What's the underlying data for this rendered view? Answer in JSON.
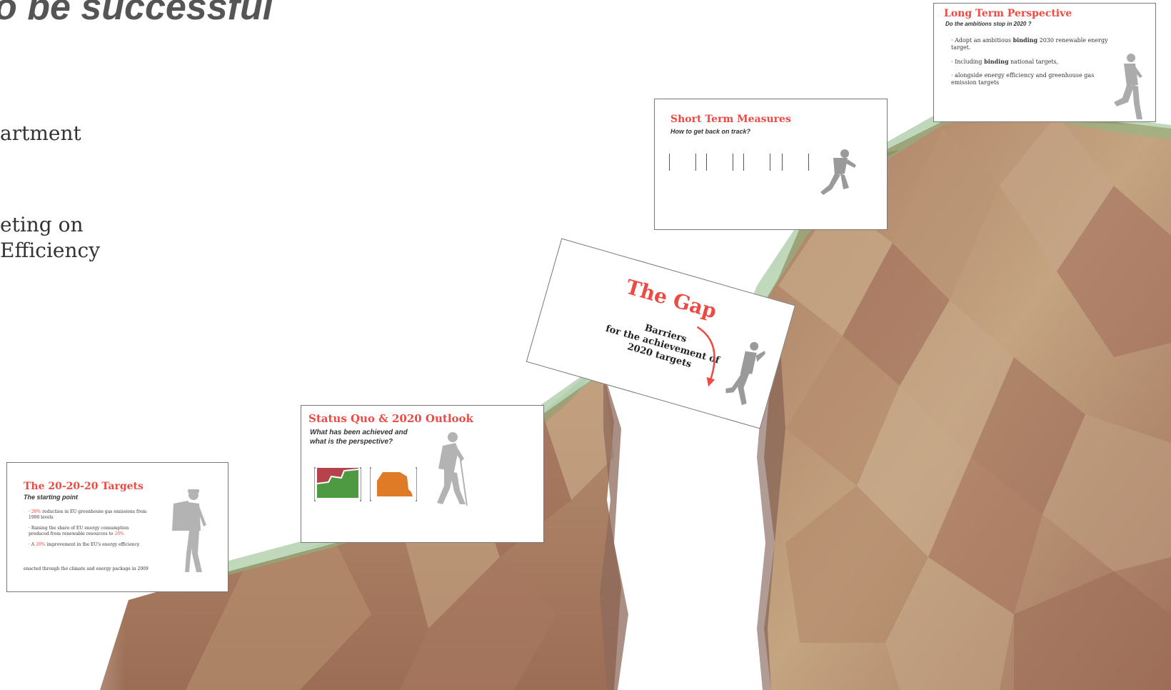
{
  "header": {
    "title_fragment": "o be successful",
    "left_line_1": "artment",
    "left_line_2": "eting on",
    "left_line_3": "Efficiency"
  },
  "slide_targets": {
    "title": "The 20-20-20 Targets",
    "subtitle": "The starting point",
    "b1_pct": "20%",
    "b1_rest": " reduction in EU greenhouse gas emissions from 1990 levels",
    "b2_text": "Raising the share of EU energy consumption produced from renewable resources to ",
    "b2_pct": "20%",
    "b3_pre": "A ",
    "b3_pct": "20%",
    "b3_rest": " improvement in the EU's energy efficiency",
    "footer": "enacted through the climate and energy package in 2009"
  },
  "slide_status": {
    "title": "Status Quo & 2020 Outlook",
    "subtitle_1": "What has been achieved and",
    "subtitle_2": "what is the perspective?"
  },
  "slide_gap": {
    "title": "The Gap",
    "line_1": "Barriers",
    "line_2": "for the achievement of",
    "line_3": "2020 targets"
  },
  "slide_short": {
    "title": "Short Term Measures",
    "subtitle": "How to get back on track?"
  },
  "slide_long": {
    "title": "Long Term Perspective",
    "subtitle": "Do the ambitions stop in 2020 ?",
    "b1_pre": "Adopt an ambitious ",
    "b1_bold": "binding",
    "b1_rest": " 2030 renewable energy target.",
    "b2_pre": "Including ",
    "b2_bold": "binding",
    "b2_rest": " national targets,",
    "b3": "alongside energy efficiency and greenhouse gas emission targets"
  },
  "colors": {
    "accent": "#ee4a43",
    "rock": "#a97c62",
    "grass": "#7fae78"
  }
}
